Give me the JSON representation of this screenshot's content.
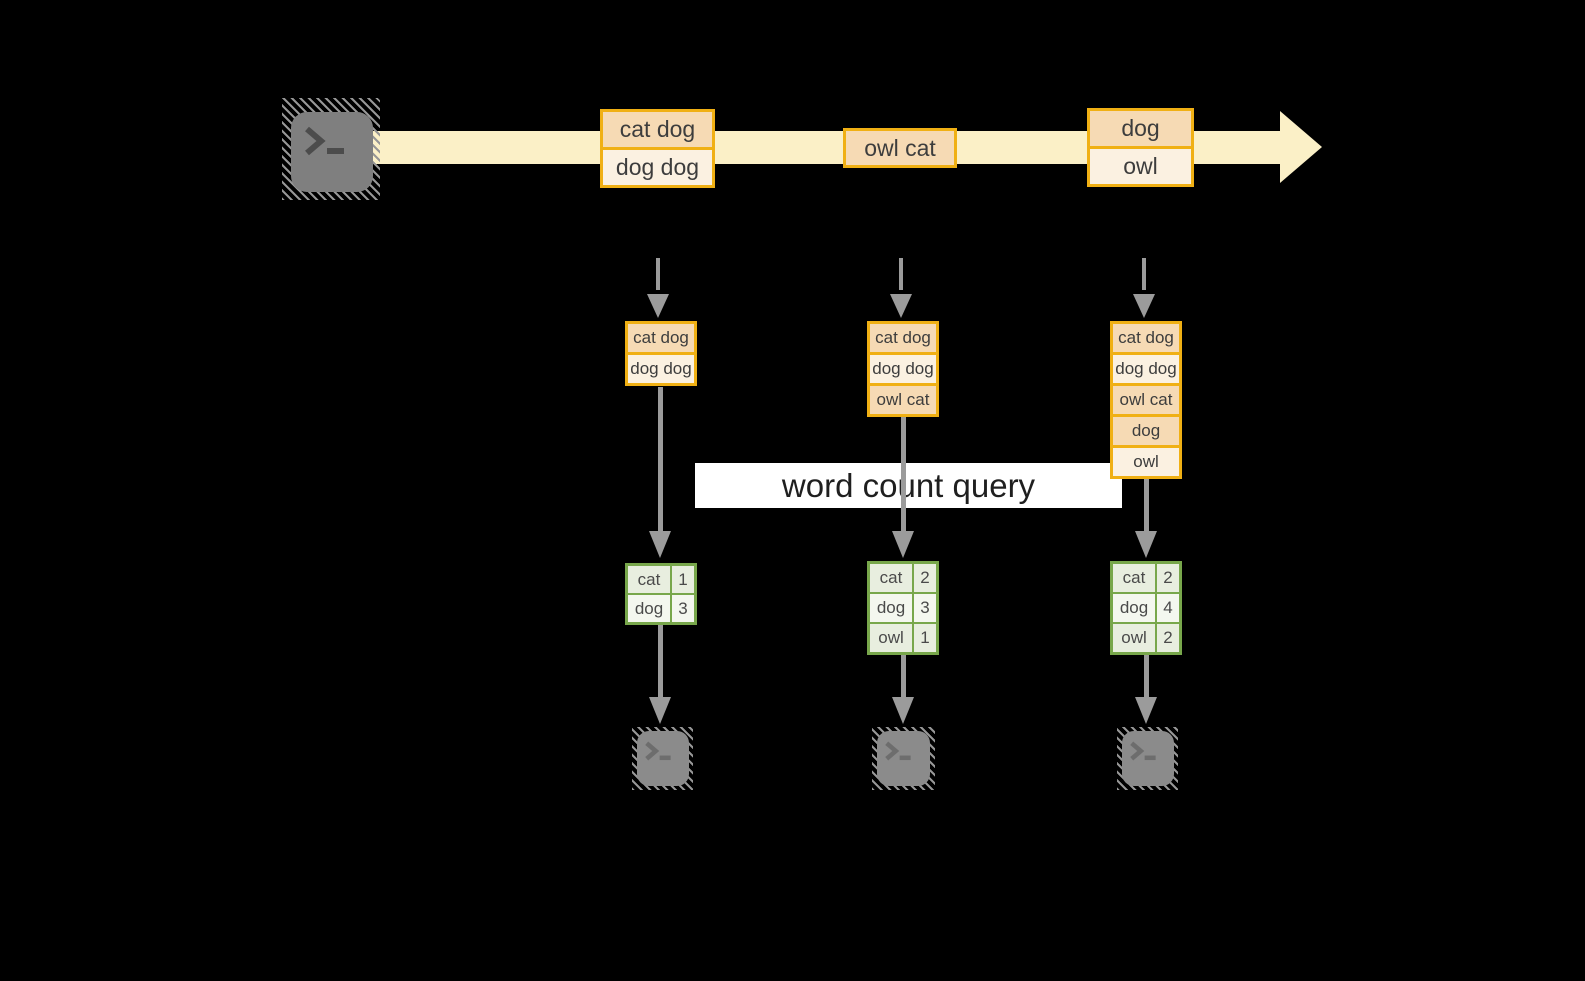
{
  "query_label": "word count query",
  "colors": {
    "gold_border": "#F0B014",
    "peach": "#F6DAB4",
    "cream": "#FBF1E1",
    "stream_band": "#FBF0C7",
    "green_border": "#78A74B",
    "cell_green": "#E8EEDF",
    "cell_light": "#F4F7EF",
    "arrow_gray": "#9B9B9B",
    "query_bg": "#FFFFFF"
  },
  "stream_boxes": [
    {
      "rows": [
        {
          "text": "cat dog"
        },
        {
          "text": "dog dog"
        }
      ]
    },
    {
      "rows": [
        {
          "text": "owl cat"
        }
      ]
    },
    {
      "rows": [
        {
          "text": "dog"
        },
        {
          "text": "owl"
        }
      ]
    }
  ],
  "columns": [
    {
      "stack": {
        "rows": [
          {
            "text": "cat dog"
          },
          {
            "text": "dog dog"
          }
        ]
      },
      "table": {
        "rows": [
          {
            "word": "cat",
            "count": "1"
          },
          {
            "word": "dog",
            "count": "3"
          }
        ]
      }
    },
    {
      "stack": {
        "rows": [
          {
            "text": "cat dog"
          },
          {
            "text": "dog dog"
          },
          {
            "text": "owl cat"
          }
        ]
      },
      "table": {
        "rows": [
          {
            "word": "cat",
            "count": "2"
          },
          {
            "word": "dog",
            "count": "3"
          },
          {
            "word": "owl",
            "count": "1"
          }
        ]
      }
    },
    {
      "stack": {
        "rows": [
          {
            "text": "cat dog"
          },
          {
            "text": "dog dog"
          },
          {
            "text": "owl cat"
          },
          {
            "text": "dog"
          },
          {
            "text": "owl"
          }
        ]
      },
      "table": {
        "rows": [
          {
            "word": "cat",
            "count": "2"
          },
          {
            "word": "dog",
            "count": "4"
          },
          {
            "word": "owl",
            "count": "2"
          }
        ]
      }
    }
  ]
}
